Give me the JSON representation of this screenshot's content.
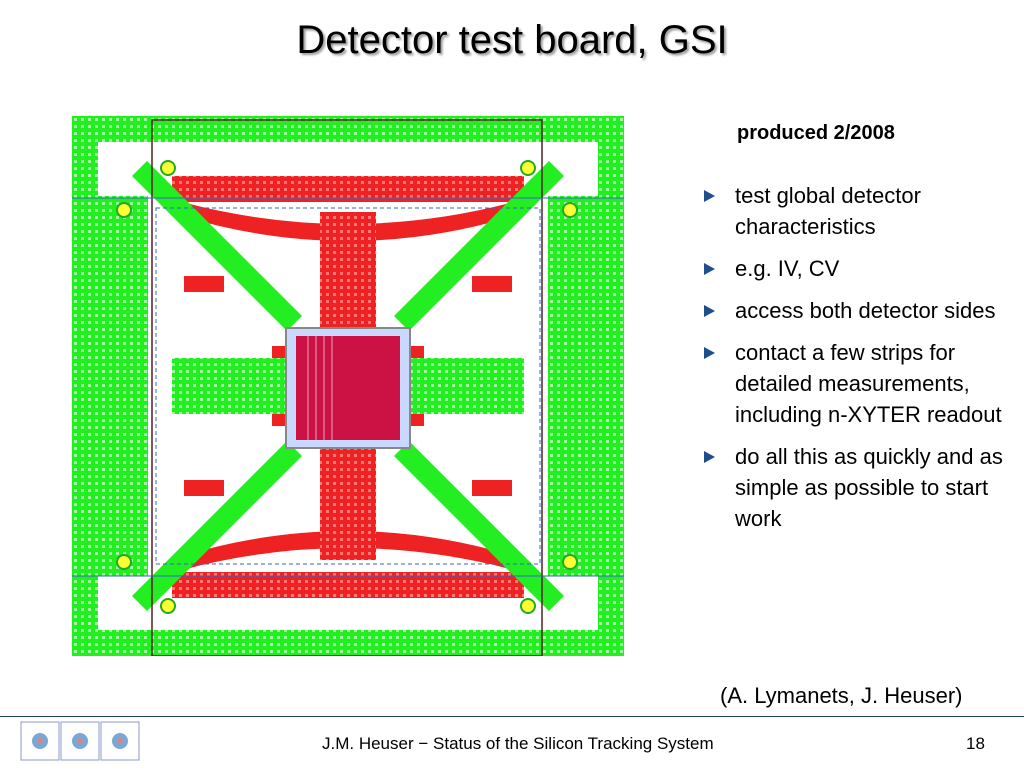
{
  "slide": {
    "title": "Detector test board, GSI",
    "produced": "produced 2/2008",
    "bullets": [
      "test global detector characteristics",
      "e.g. IV, CV",
      "access both detector sides",
      "contact a few strips for detailed measurements, including n-XYTER readout",
      "do all this as quickly and as   simple as possible to start work"
    ],
    "credit": "(A. Lymanets, J. Heuser)"
  },
  "footer": {
    "text": "J.M. Heuser   − Status of the Silicon Tracking System",
    "page": "18"
  },
  "colors": {
    "board_green": "#22ee22",
    "trace_red": "#ee2222",
    "chip": "#cc1144",
    "bullet": "#1f4e8c"
  }
}
